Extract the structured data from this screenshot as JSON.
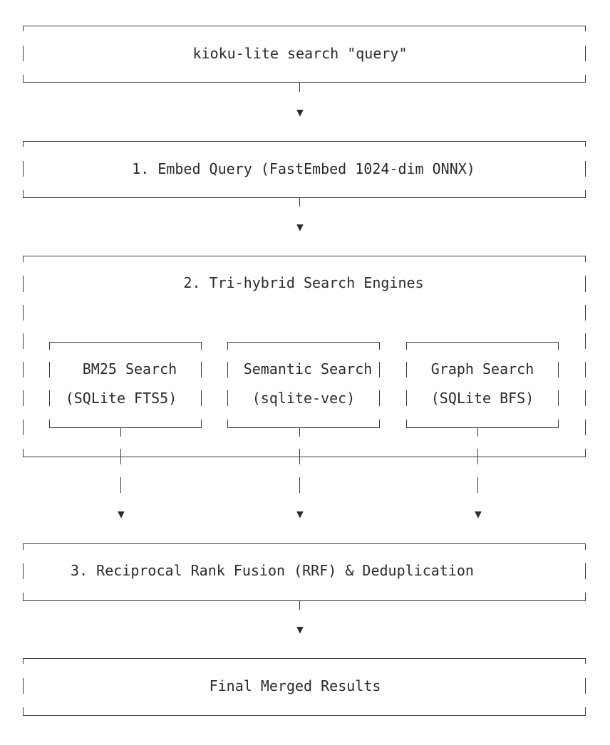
{
  "diagram": {
    "command_box": {
      "label": "kioku-lite search \"query\""
    },
    "embed_box": {
      "label": "1. Embed Query (FastEmbed 1024-dim ONNX)"
    },
    "engines_box": {
      "title": "2. Tri-hybrid Search Engines",
      "engines": [
        {
          "name": "BM25 Search",
          "backend": "(SQLite FTS5)"
        },
        {
          "name": "Semantic Search",
          "backend": "(sqlite-vec)"
        },
        {
          "name": "Graph Search",
          "backend": "(SQLite BFS)"
        }
      ]
    },
    "fusion_box": {
      "label": "3. Reciprocal Rank Fusion (RRF) & Deduplication"
    },
    "result_box": {
      "label": "Final Merged Results"
    },
    "arrow_glyph": "▼"
  }
}
